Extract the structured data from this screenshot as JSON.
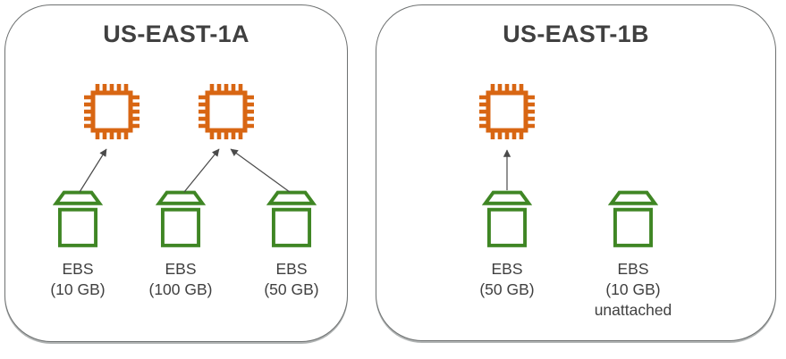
{
  "zones": [
    {
      "title": "US-EAST-1A",
      "instances": [
        {
          "icon": "ec2-instance-chip-icon"
        },
        {
          "icon": "ec2-instance-chip-icon"
        }
      ],
      "volumes": [
        {
          "name": "EBS",
          "size": "(10 GB)"
        },
        {
          "name": "EBS",
          "size": "(100 GB)"
        },
        {
          "name": "EBS",
          "size": "(50 GB)"
        }
      ]
    },
    {
      "title": "US-EAST-1B",
      "instances": [
        {
          "icon": "ec2-instance-chip-icon"
        }
      ],
      "volumes": [
        {
          "name": "EBS",
          "size": "(50 GB)"
        },
        {
          "name": "EBS",
          "size": "(10 GB)",
          "status": "unattached"
        }
      ]
    }
  ],
  "icons": {
    "instance": "ec2-instance-chip-icon",
    "volume": "ebs-volume-icon",
    "arrow": "attachment-arrow"
  },
  "colors": {
    "instance_orange": "#D86613",
    "volume_green": "#3F8624",
    "text": "#404040",
    "panel_border": "#6E7171",
    "arrow": "#4A4A4A"
  }
}
